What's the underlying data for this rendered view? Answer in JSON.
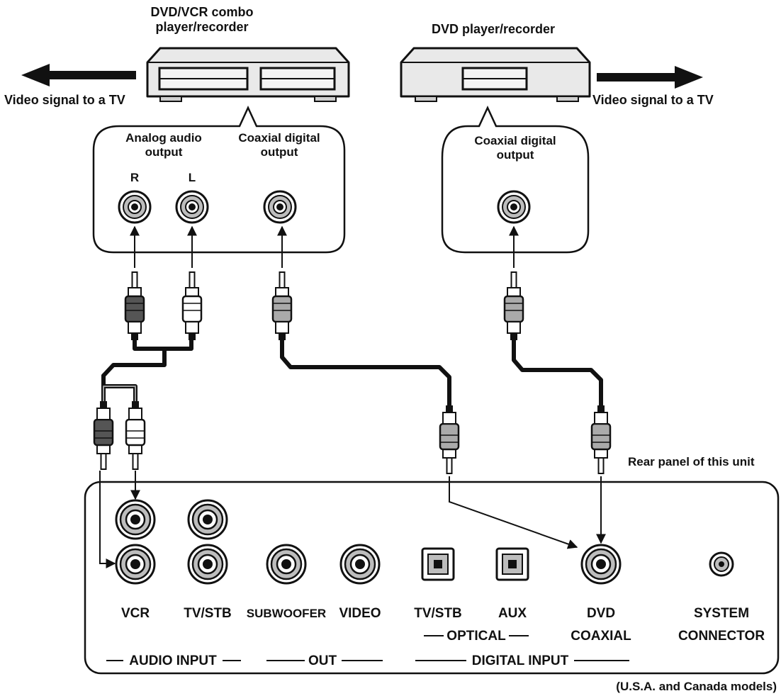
{
  "devices": {
    "combo": {
      "title_line1": "DVD/VCR combo",
      "title_line2": "player/recorder"
    },
    "dvd": {
      "title": "DVD player/recorder"
    }
  },
  "video_signal": {
    "left": "Video signal to a TV",
    "right": "Video signal to a TV"
  },
  "combo_outputs": {
    "analog_line1": "Analog audio",
    "analog_line2": "output",
    "coax_line1": "Coaxial digital",
    "coax_line2": "output",
    "jack_r": "R",
    "jack_l": "L"
  },
  "dvd_outputs": {
    "coax_line1": "Coaxial digital",
    "coax_line2": "output"
  },
  "rear_panel": {
    "caption": "Rear panel of this unit",
    "jacks": {
      "vcr": "VCR",
      "tvstb": "TV/STB",
      "subwoofer": "SUBWOOFER",
      "video": "VIDEO",
      "opt_tvstb": "TV/STB",
      "opt_aux": "AUX",
      "dvd_line1": "DVD",
      "dvd_line2": "COAXIAL",
      "sys_line1": "SYSTEM",
      "sys_line2": "CONNECTOR"
    },
    "groups": {
      "optical": "OPTICAL",
      "audio_input": "AUDIO INPUT",
      "out": "OUT",
      "digital_input": "DIGITAL INPUT"
    }
  },
  "models_note": "(U.S.A. and Canada models)"
}
